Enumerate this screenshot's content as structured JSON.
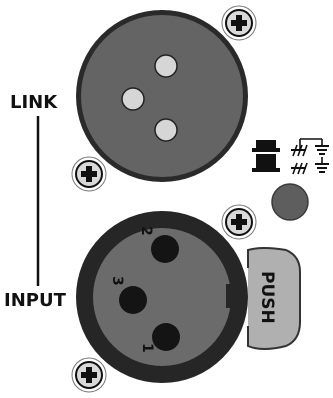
{
  "labels": {
    "link": "LINK",
    "input": "INPUT",
    "push": "PUSH"
  },
  "pin_numbers": [
    "1",
    "2",
    "3"
  ],
  "ground_lift": {
    "up_position": "ground-lifted",
    "down_position": "grounded"
  },
  "colors": {
    "connector_body": "#646464",
    "connector_face": "#747474",
    "contact": "#d6d6d6",
    "input_shell": "#262626",
    "input_face": "#6b6b6b",
    "pin_hole": "#141414",
    "screw": "#d9d9d9",
    "button": "#5e5e5e",
    "push_tab": "#b0b0b0",
    "ink": "#111111"
  }
}
